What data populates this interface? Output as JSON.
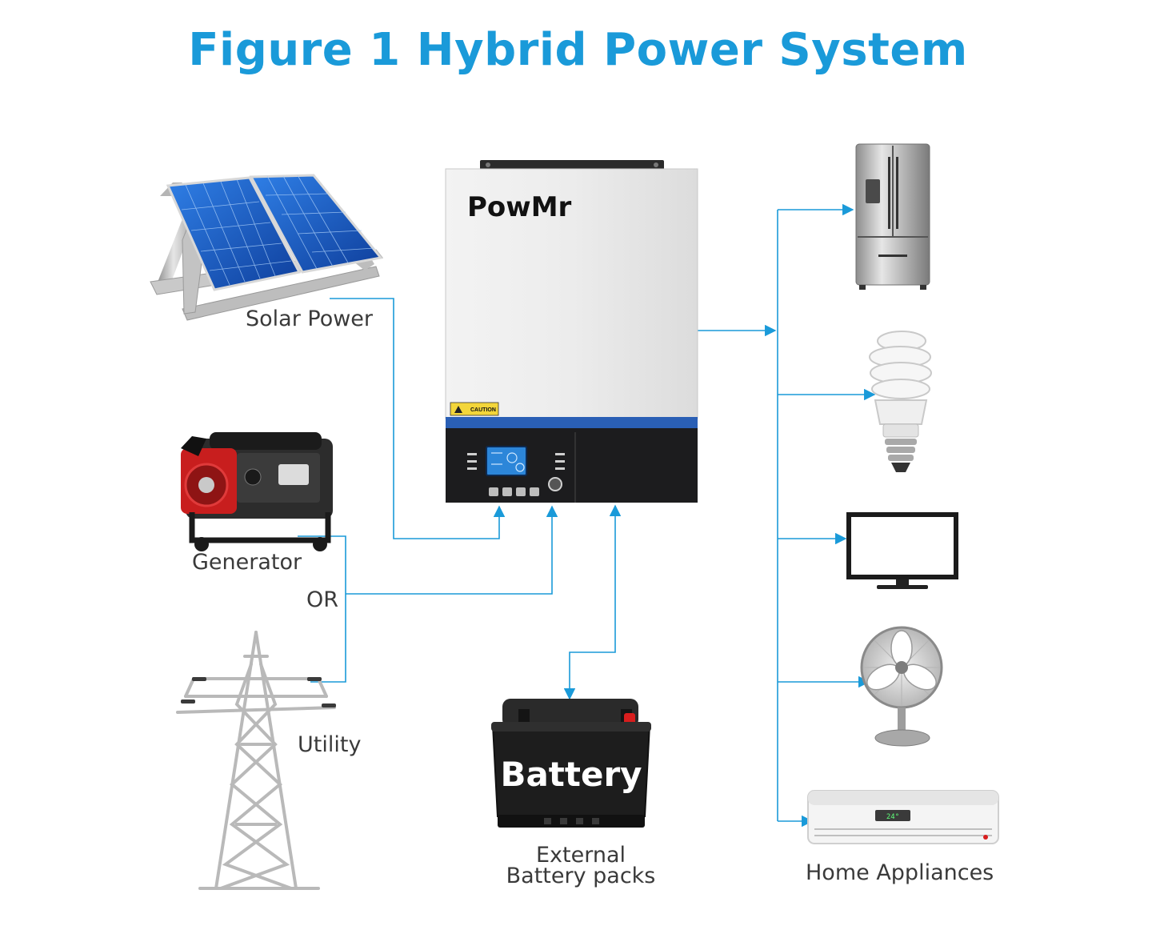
{
  "title": "Figure 1 Hybrid Power System",
  "inverter": {
    "brand": "PowMr",
    "caution_label": "CAUTION"
  },
  "sources": {
    "solar": "Solar Power",
    "generator": "Generator",
    "or_label": "OR",
    "utility": "Utility"
  },
  "battery": {
    "face_label": "Battery",
    "caption_line1": "External",
    "caption_line2": "Battery packs"
  },
  "loads": {
    "caption": "Home Appliances",
    "ac_display": "24°"
  },
  "colors": {
    "title": "#1a9ad9",
    "connector": "#1a9ad9",
    "inverter_accent": "#2a5fb5"
  }
}
